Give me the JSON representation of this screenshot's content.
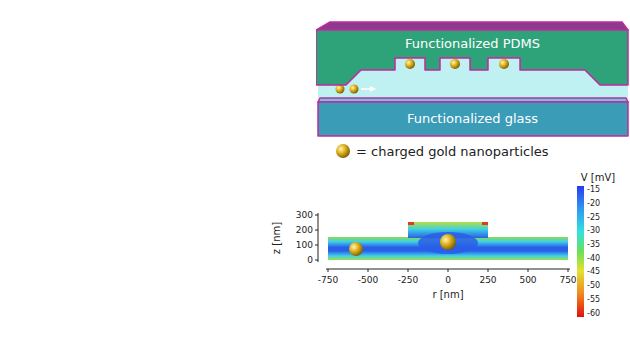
{
  "diagram": {
    "nodes": [
      {
        "text": [
          "Functionalized PDMS"
        ]
      },
      {
        "text": [
          "Functionalized glass"
        ]
      }
    ],
    "labels": [
      "z [nm]",
      "300",
      "200",
      "100",
      "0",
      "r [nm]",
      "-750",
      "-500",
      "-250",
      "0",
      "250",
      "500",
      "750",
      "V [mV]",
      "-15",
      "-20",
      "-25",
      "-30",
      "-35",
      "-40",
      "-45",
      "-50",
      "-55",
      "-60"
    ],
    "legend": [
      {
        "text": "= charged gold nanoparticles"
      }
    ]
  }
}
